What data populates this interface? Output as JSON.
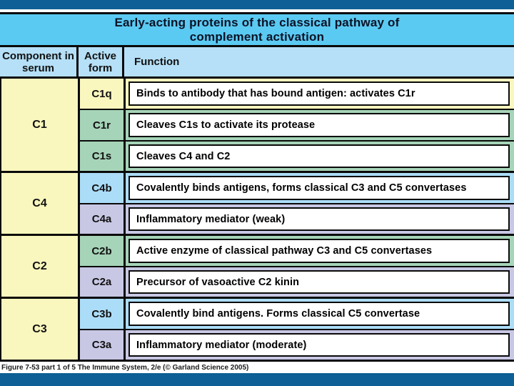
{
  "slide": {
    "title_line1": "Early-acting proteins of the classical pathway of",
    "title_line2": "complement activation",
    "caption": "Figure 7-53 part 1 of 5  The Immune System, 2/e (© Garland Science 2005)"
  },
  "colors": {
    "frame_bar": "#0e5f95",
    "title_bg": "#5bcaf2",
    "header_bg": "#b5e0f7",
    "component_yellow": "#faf7be",
    "form_green": "#a6d4b8",
    "form_blue": "#acdff8",
    "form_lavender": "#c8c8e5",
    "function_box": "#ffffff",
    "border_black": "#0a0a0a"
  },
  "table": {
    "headers": {
      "component": "Component in serum",
      "active_form": "Active form",
      "function": "Function"
    },
    "groups": [
      {
        "component": "C1",
        "forms": [
          {
            "name": "C1q",
            "tint": "yellow",
            "function": "Binds to antibody that has bound antigen: activates C1r"
          },
          {
            "name": "C1r",
            "tint": "green",
            "function": "Cleaves C1s to activate its protease"
          },
          {
            "name": "C1s",
            "tint": "green",
            "function": "Cleaves C4 and C2"
          }
        ]
      },
      {
        "component": "C4",
        "forms": [
          {
            "name": "C4b",
            "tint": "blue",
            "function": "Covalently binds antigens, forms classical C3 and C5 convertases"
          },
          {
            "name": "C4a",
            "tint": "lavender",
            "function": "Inflammatory mediator (weak)"
          }
        ]
      },
      {
        "component": "C2",
        "forms": [
          {
            "name": "C2b",
            "tint": "green",
            "function": "Active enzyme of classical pathway C3 and C5 convertases"
          },
          {
            "name": "C2a",
            "tint": "lavender",
            "function": "Precursor of vasoactive C2 kinin"
          }
        ]
      },
      {
        "component": "C3",
        "forms": [
          {
            "name": "C3b",
            "tint": "blue",
            "function": "Covalently bind antigens. Forms classical C5 convertase"
          },
          {
            "name": "C3a",
            "tint": "lavender",
            "function": "Inflammatory mediator (moderate)"
          }
        ]
      }
    ]
  }
}
